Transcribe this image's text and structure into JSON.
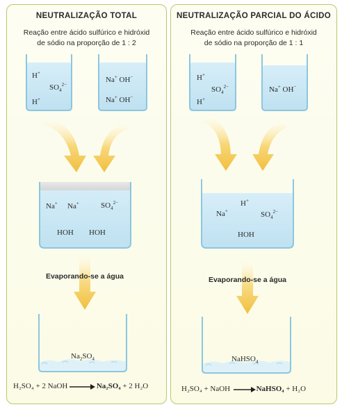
{
  "left": {
    "title": "NEUTRALIZAÇÃO TOTAL",
    "desc_line1": "Reação entre ácido sulfúrico e hidróxid",
    "desc_line2": "de sódio na proporção de 1 : 2",
    "evaporating": "Evaporando-se a água",
    "equation": {
      "reagent1": "H₂SO₄",
      "op1": "+ 2 NaOH",
      "product": "Na₂SO₄",
      "op2": "+ 2 H₂O"
    }
  },
  "right": {
    "title": "NEUTRALIZAÇÃO PARCIAL DO ÁCIDO",
    "desc_line1": "Reação entre ácido sulfúrico e hidróxid",
    "desc_line2": "de sódio na proporção de 1 : 1",
    "evaporating": "Evaporando-se a água",
    "equation": {
      "reagent1": "H₂SO₄",
      "op1": "+ NaOH",
      "product": "NaHSO₄",
      "op2": "+ H₂O"
    }
  },
  "colors": {
    "panel_border": "#b8c96a",
    "water": "#cbe7f4",
    "beaker": "#8cc6df",
    "arrow": "#f3c64c"
  }
}
